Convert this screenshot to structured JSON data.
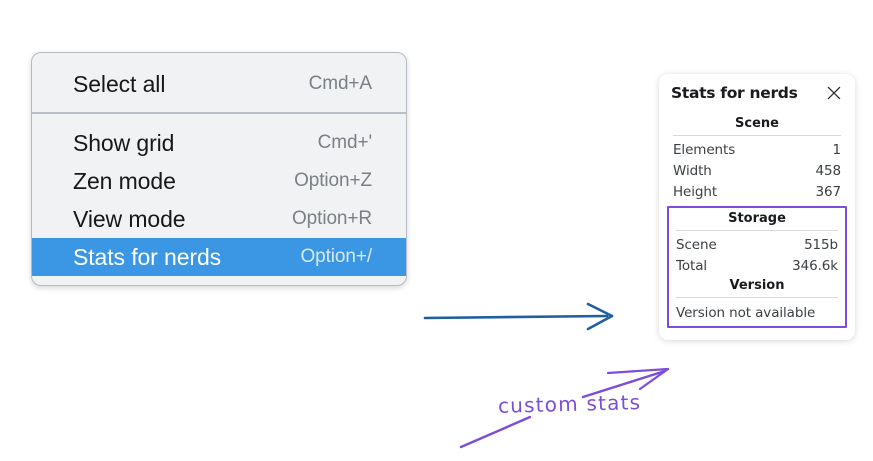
{
  "context_menu": {
    "sections": [
      {
        "items": [
          {
            "label": "Select all",
            "shortcut": "Cmd+A",
            "selected": false
          }
        ]
      },
      {
        "items": [
          {
            "label": "Show grid",
            "shortcut": "Cmd+'",
            "selected": false
          },
          {
            "label": "Zen mode",
            "shortcut": "Option+Z",
            "selected": false
          },
          {
            "label": "View mode",
            "shortcut": "Option+R",
            "selected": false
          },
          {
            "label": "Stats for nerds",
            "shortcut": "Option+/",
            "selected": true
          }
        ]
      }
    ],
    "selected_color": "#3b97e3"
  },
  "stats_panel": {
    "title": "Stats for nerds",
    "close_icon": "close-icon",
    "scene": {
      "heading": "Scene",
      "rows": [
        {
          "label": "Elements",
          "value": "1"
        },
        {
          "label": "Width",
          "value": "458"
        },
        {
          "label": "Height",
          "value": "367"
        }
      ]
    },
    "storage": {
      "heading": "Storage",
      "rows": [
        {
          "label": "Scene",
          "value": "515b"
        },
        {
          "label": "Total",
          "value": "346.6k"
        }
      ]
    },
    "version": {
      "heading": "Version",
      "text": "Version not available"
    }
  },
  "annotations": {
    "label": "custom stats",
    "label_color": "#7c4ddd",
    "highlight_color": "#7c4ddd",
    "arrow_color": "#1f5fa0"
  }
}
